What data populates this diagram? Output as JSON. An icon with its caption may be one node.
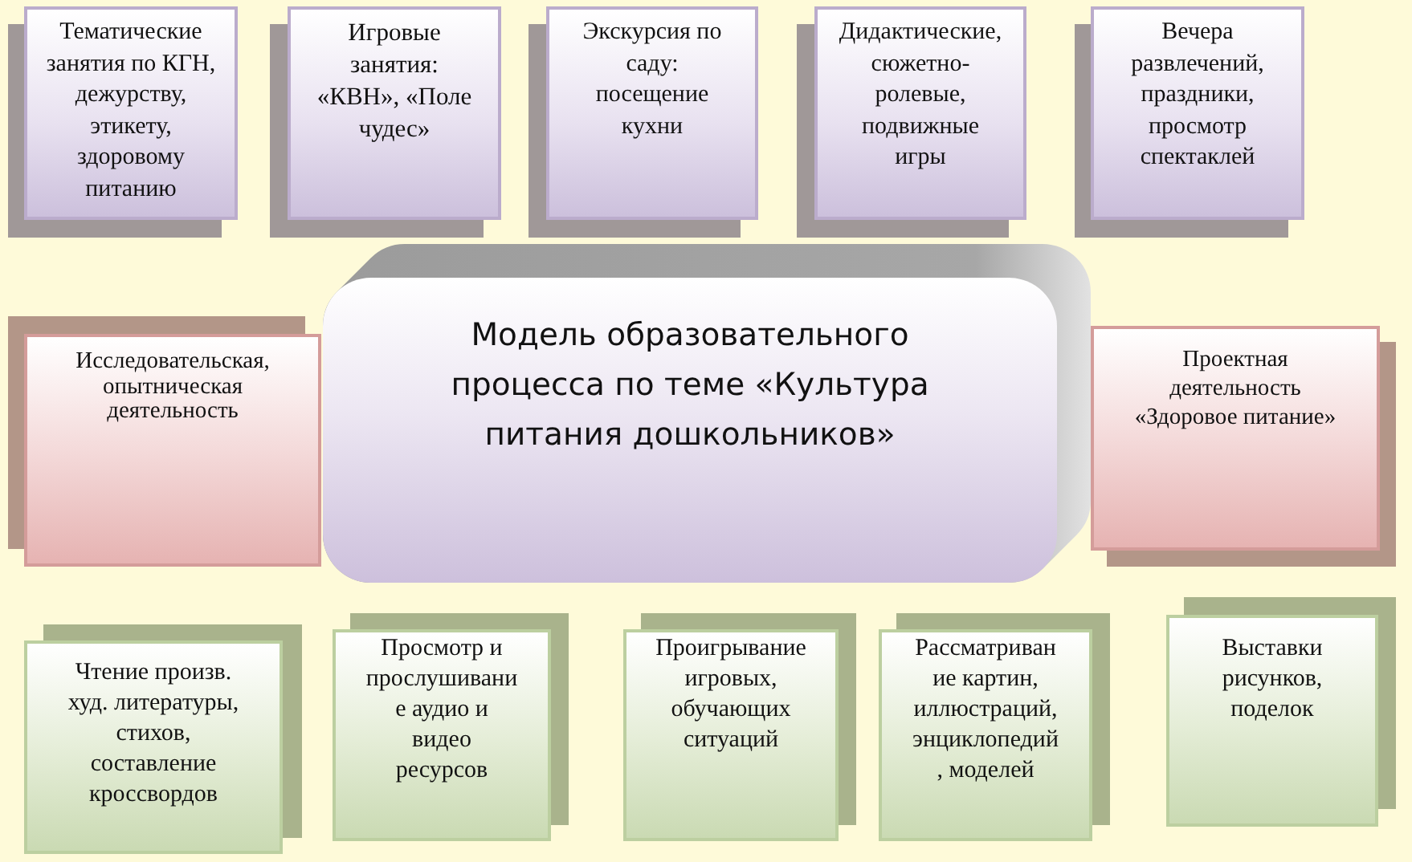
{
  "diagram": {
    "nodes": [
      {
        "text": [
          "Тематические занятия по КГН, дежурству, этикету, здоровому питанию"
        ]
      },
      {
        "text": [
          "Игровые занятия: «КВН», «Поле чудес»"
        ]
      },
      {
        "text": [
          "Экскурсия по саду: посещение кухни"
        ]
      },
      {
        "text": [
          "Дидактические, сюжетно-ролевые, подвижные игры"
        ]
      },
      {
        "text": [
          "Вечера развлечений, праздники, просмотр спектаклей"
        ]
      },
      {
        "text": [
          "Исследовательская, опытническая деятельность"
        ]
      },
      {
        "text": [
          "Модель образовательного процесса по теме «Культура питания дошкольников»"
        ]
      },
      {
        "text": [
          "Проектная деятельность «Здоровое питание»"
        ]
      },
      {
        "text": [
          "Чтение произв. худ. литературы, стихов, составление кроссвордов"
        ]
      },
      {
        "text": [
          "Просмотр и прослушивание аудио и видео ресурсов"
        ]
      },
      {
        "text": [
          "Проигрывание игровых, обучающих ситуаций"
        ]
      },
      {
        "text": [
          "Рассматривание картин, иллюстраций, энциклопедий, моделей"
        ]
      },
      {
        "text": [
          "Выставки рисунков, поделок"
        ]
      }
    ]
  }
}
